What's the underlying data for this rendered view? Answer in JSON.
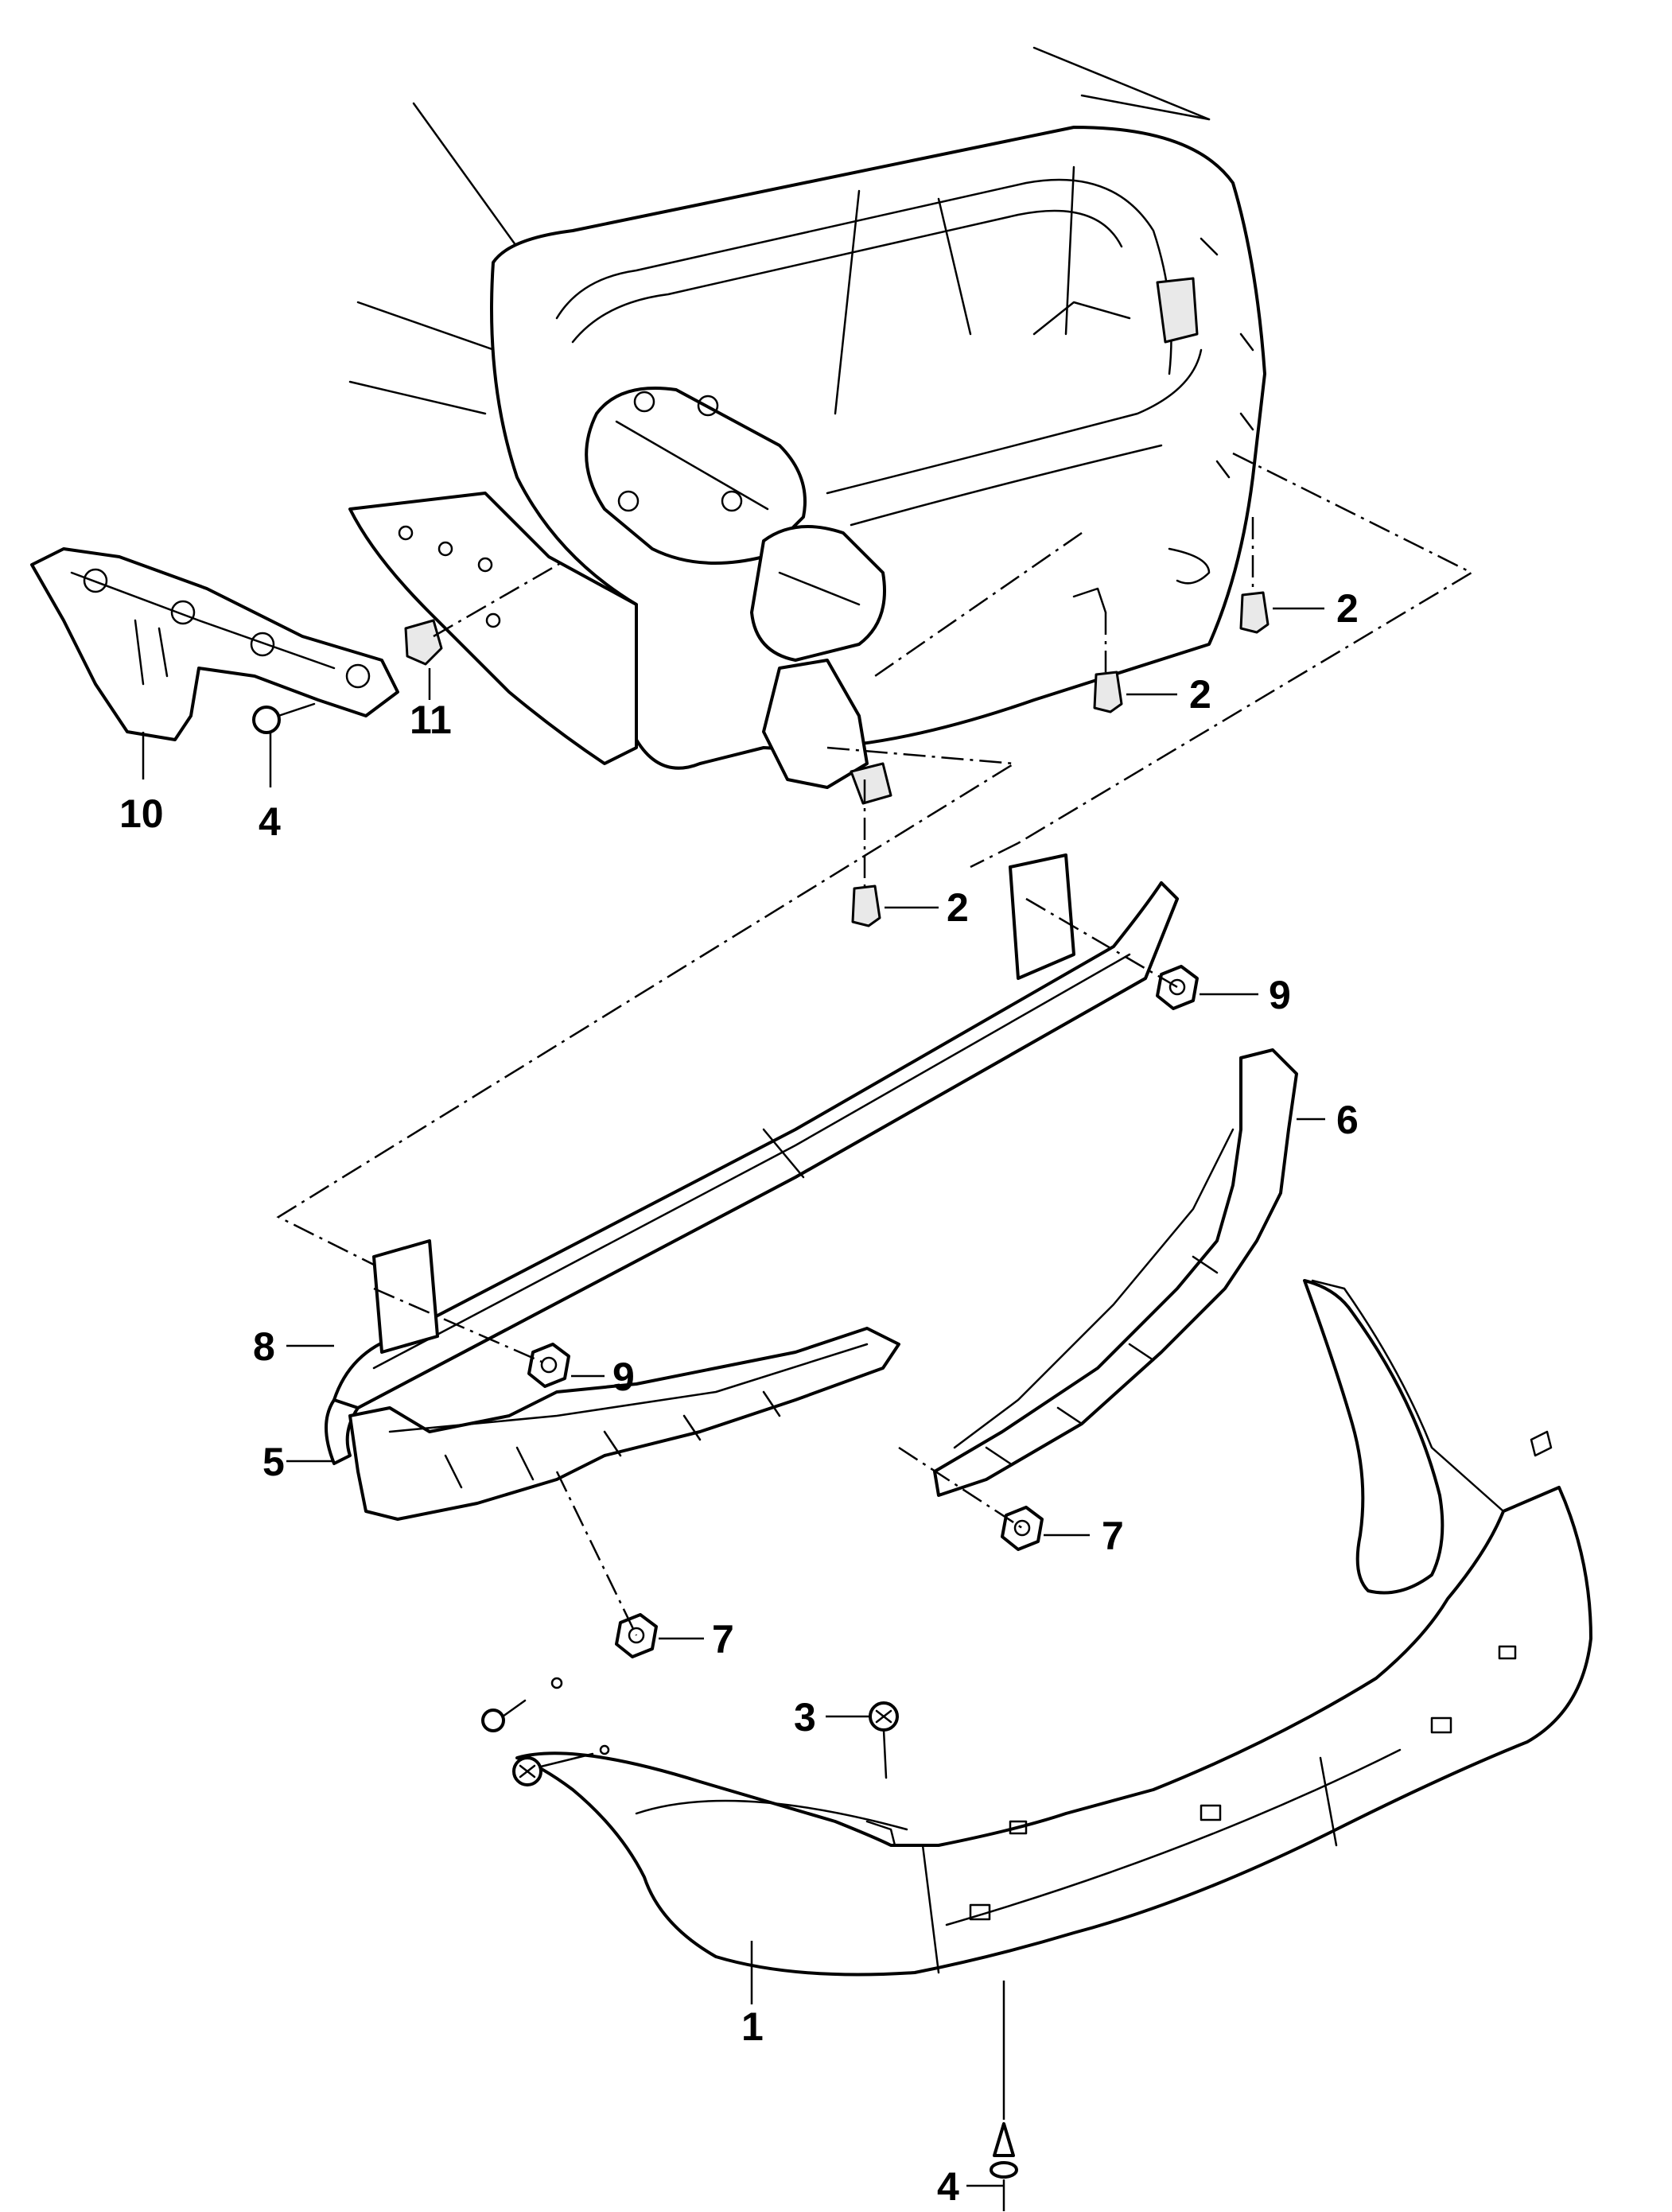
{
  "callouts": {
    "c1": "1",
    "c2a": "2",
    "c2b": "2",
    "c2c": "2",
    "c3": "3",
    "c4a": "4",
    "c4b": "4",
    "c5": "5",
    "c6": "6",
    "c7a": "7",
    "c7b": "7",
    "c8": "8",
    "c9a": "9",
    "c9b": "9",
    "c10": "10",
    "c11": "11"
  },
  "colors": {
    "line": "#000000",
    "background": "#ffffff",
    "shade": "#e9e9e9"
  }
}
